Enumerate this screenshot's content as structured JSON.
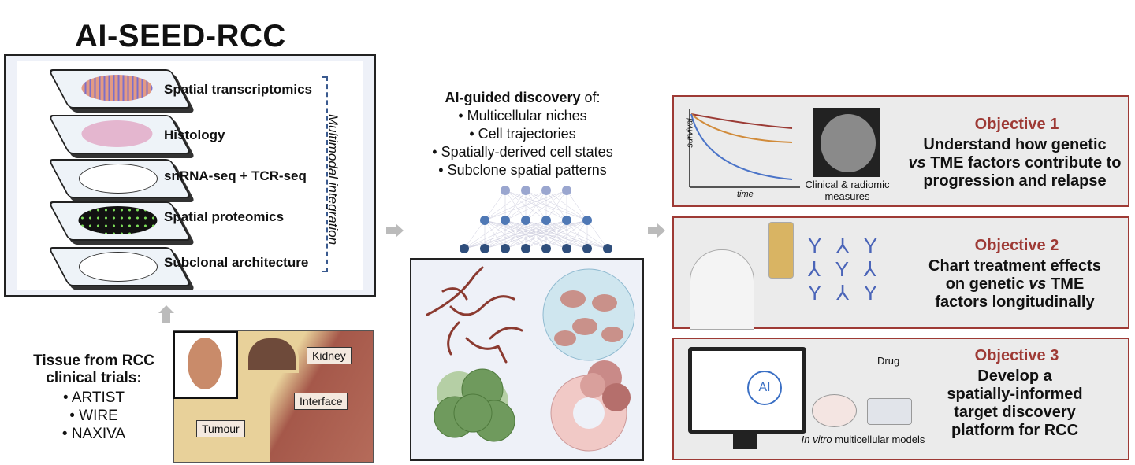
{
  "title": "AI-SEED-RCC",
  "modalities": [
    {
      "label": "Spatial transcriptomics"
    },
    {
      "label": "Histology"
    },
    {
      "label": "snRNA-seq + TCR-seq"
    },
    {
      "label": "Spatial proteomics"
    },
    {
      "label": "Subclonal architecture"
    }
  ],
  "integration_label": "Multimodal integration",
  "tissue": {
    "heading_line1": "Tissue from RCC",
    "heading_line2": "clinical trials:",
    "trials": [
      "ARTIST",
      "WIRE",
      "NAXIVA"
    ]
  },
  "kidney_labels": {
    "kidney": "Kidney",
    "interface": "Interface",
    "tumour": "Tumour"
  },
  "ai_discovery": {
    "heading_bold": "AI-guided discovery",
    "heading_rest": " of:",
    "items": [
      "Multicellular niches",
      "Cell trajectories",
      "Spatially-derived cell states",
      "Subclone spatial patterns"
    ]
  },
  "objectives": [
    {
      "title": "Objective 1",
      "text_line1": "Understand how genetic",
      "text_line2_italic": "vs",
      "text_line2_rest": " TME factors contribute to",
      "text_line3": "progression and relapse",
      "chart_ylabel": "survival",
      "chart_xlabel": "time",
      "image_caption_line1": "Clinical & radiomic",
      "image_caption_line2": "measures"
    },
    {
      "title": "Objective 2",
      "text_line1": "Chart treatment effects",
      "text_line2_pre": "on genetic ",
      "text_line2_italic": "vs",
      "text_line2_rest": " TME",
      "text_line3": "factors longitudinally"
    },
    {
      "title": "Objective 3",
      "text_line1": "Develop a",
      "text_line2": "spatially-informed",
      "text_line3": "target discovery",
      "text_line4": "platform for RCC",
      "drug_label": "Drug",
      "ai_label": "AI",
      "caption_italic": "In vitro",
      "caption_rest": " multicellular models"
    }
  ],
  "colors": {
    "objective_border": "#9e3a35",
    "objective_title": "#9e3a35",
    "objective_bg": "#ebebeb",
    "arrow": "#bbbbbb",
    "integration_bracket": "#3a5a8f"
  }
}
